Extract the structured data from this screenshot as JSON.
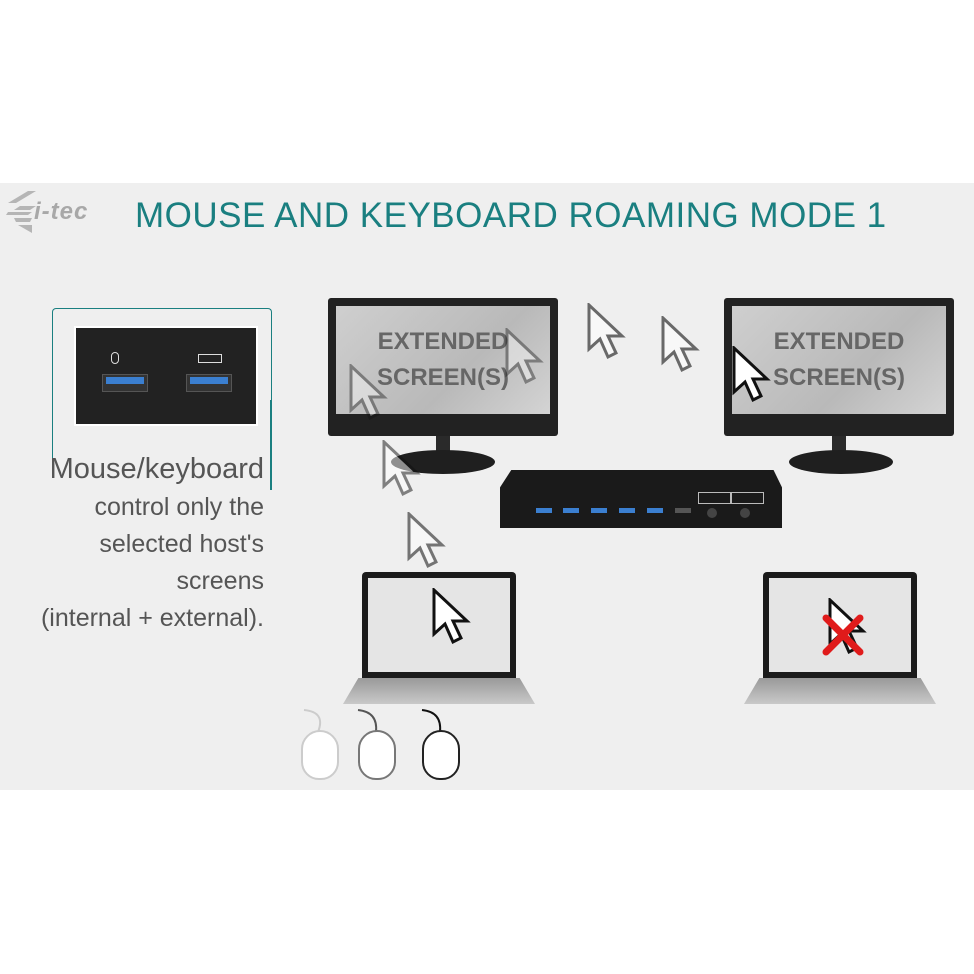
{
  "logo": {
    "text": "i-tec"
  },
  "title": "MOUSE AND KEYBOARD ROAMING MODE 1",
  "description": {
    "lead": "Mouse/keyboard",
    "lines": [
      "control only the",
      "selected host's",
      "screens",
      "(internal + external)."
    ]
  },
  "monitors": [
    {
      "label_line1": "EXTENDED",
      "label_line2": "SCREEN(S)"
    },
    {
      "label_line1": "EXTENDED",
      "label_line2": "SCREEN(S)"
    }
  ],
  "icons": [
    "i-tec-logo",
    "usb-port-icon",
    "mouse-port-icon",
    "keyboard-port-icon",
    "cursor-icon",
    "blocked-cross-icon",
    "mouse-icon",
    "docking-station",
    "laptop",
    "monitor"
  ],
  "colors": {
    "accent": "#1a7f80",
    "usb_blue": "#3b7fd0",
    "cross": "#e01b1b",
    "panel": "#efefef"
  }
}
